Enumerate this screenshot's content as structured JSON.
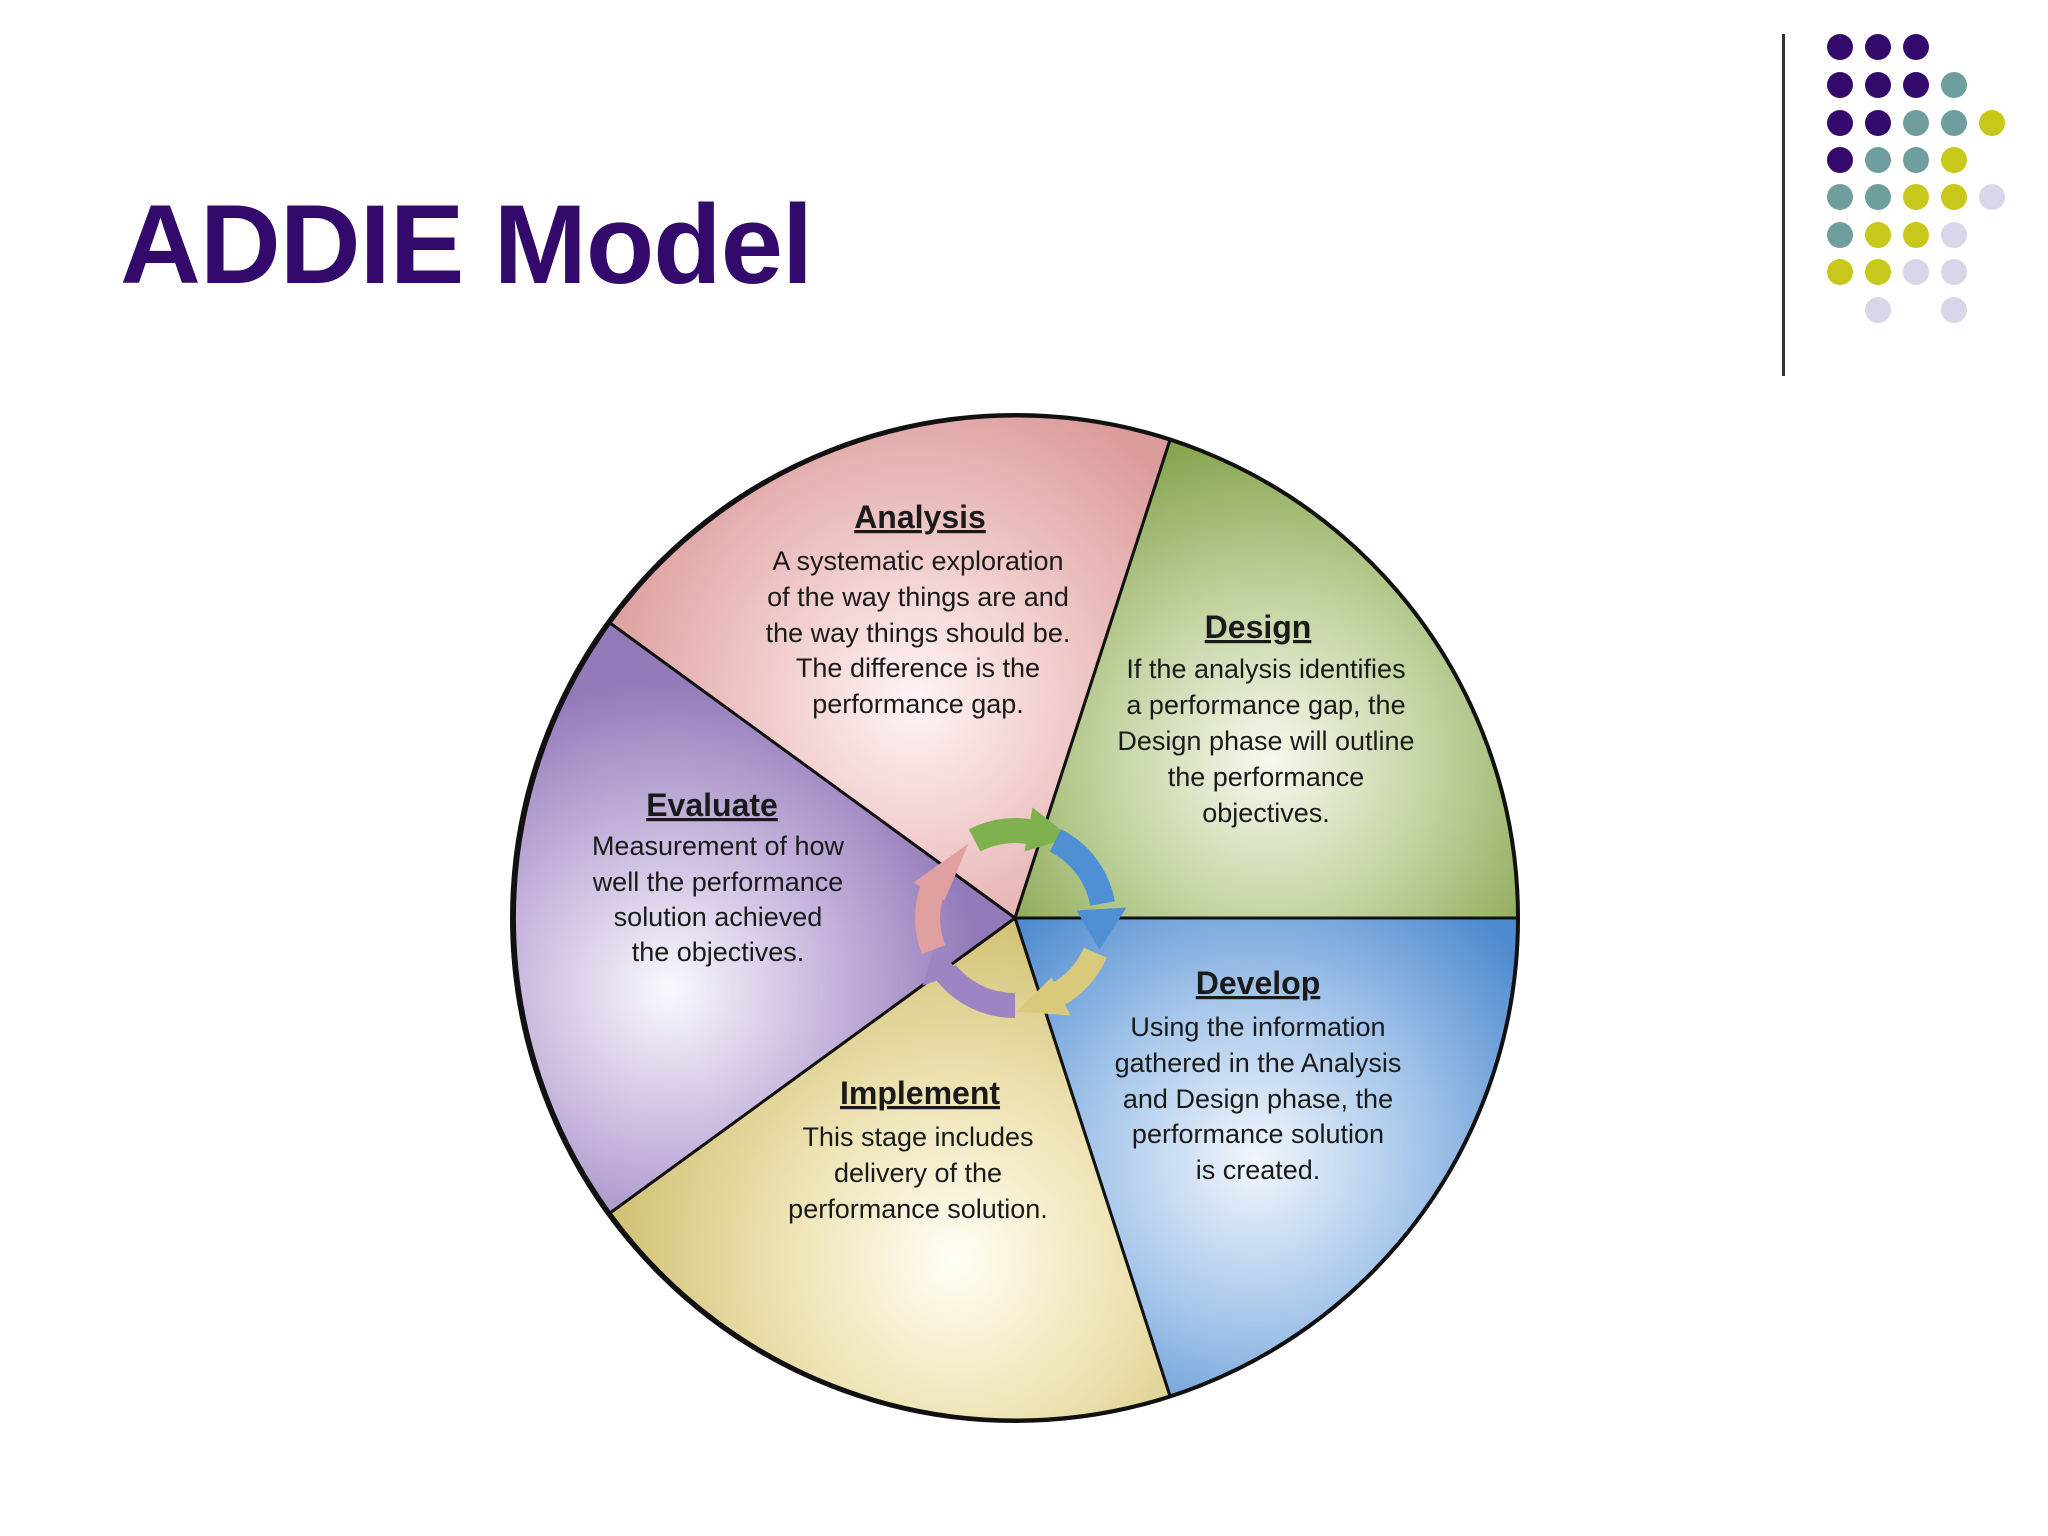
{
  "slide": {
    "title": "ADDIE Model"
  },
  "colors": {
    "title": "#330a6b",
    "analysis": "#e2a3a3",
    "design": "#8fab5a",
    "develop": "#5d96d4",
    "implement": "#d8c97f",
    "evaluate": "#9a84c0",
    "dot_purple": "#330a6b",
    "dot_teal": "#6f9e9e",
    "dot_olive": "#c8c81a",
    "dot_lavender": "#d9d6ea"
  },
  "phases": {
    "analysis": {
      "title": "Analysis",
      "lines": [
        "A systematic exploration",
        "of the way things are and",
        "the way things should be.",
        "The difference is the",
        "performance gap."
      ]
    },
    "design": {
      "title": "Design",
      "lines": [
        "If the analysis identifies",
        "a performance gap, the",
        "Design phase will outline",
        "the performance",
        "objectives."
      ]
    },
    "develop": {
      "title": "Develop",
      "lines": [
        "Using the information",
        "gathered in the Analysis",
        "and Design phase, the",
        "performance solution",
        "is created."
      ]
    },
    "implement": {
      "title": "Implement",
      "lines": [
        "This stage includes",
        "delivery of the",
        "performance solution."
      ]
    },
    "evaluate": {
      "title": "Evaluate",
      "lines": [
        "Measurement of how",
        "well the performance",
        "solution achieved",
        "the objectives."
      ]
    }
  }
}
